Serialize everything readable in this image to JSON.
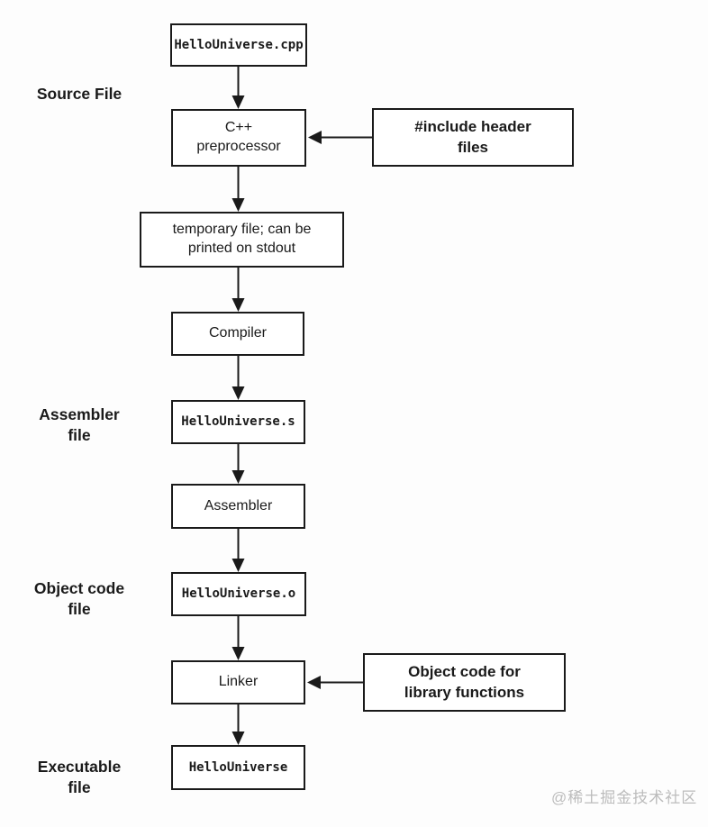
{
  "flowchart": {
    "nodes": {
      "cpp": "HelloUniverse.cpp",
      "preprocessor": "C++\npreprocessor",
      "temp": "temporary file; can be\nprinted on stdout",
      "compiler": "Compiler",
      "asm_file": "HelloUniverse.s",
      "assembler": "Assembler",
      "obj_file": "HelloUniverse.o",
      "linker": "Linker",
      "executable": "HelloUniverse"
    },
    "annotations": {
      "include_headers": "#include header\nfiles",
      "object_code_lib": "Object code for\nlibrary functions"
    },
    "side_labels": {
      "source": "Source File",
      "assembler": "Assembler\nfile",
      "object": "Object code\nfile",
      "executable": "Executable\nfile"
    }
  },
  "watermark": "@稀土掘金技术社区",
  "colors": {
    "line": "#1a1a1a",
    "box_border": "#1a1a1a",
    "text": "#1a1a1a",
    "watermark": "#bcbcbc"
  }
}
